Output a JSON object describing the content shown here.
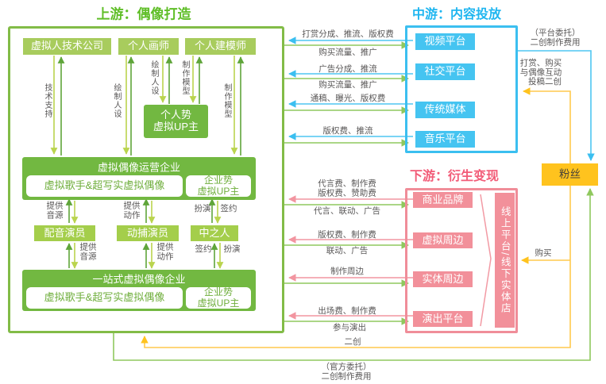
{
  "upstream": {
    "title": "上游：偶像打造",
    "nodes": {
      "tech_company": "虚拟人技术公司",
      "painter": "个人画师",
      "modeler": "个人建模师",
      "personal_up": "个人势\n虚拟UP主",
      "op_company": "虚拟偶像运营企业",
      "op_singer": "虚拟歌手&超写实虚拟偶像",
      "op_corp_up": "企业势\n虚拟UP主",
      "voice_actor": "配音演员",
      "mocap_actor": "动捕演员",
      "nakanohito": "中之人",
      "onestop_company": "一站式虚拟偶像企业",
      "onestop_singer": "虚拟歌手&超写实虚拟偶像",
      "onestop_corp_up": "企业势\n虚拟UP主"
    },
    "edge_labels": {
      "tech_support": "技术支持",
      "draw_persona_left": "绘制人设",
      "draw_persona_right": "绘制人设",
      "make_model_left": "制作模型",
      "make_model_right": "制作模型",
      "provide_voice_top": "提供\n音源",
      "provide_motion_top": "提供\n动作",
      "play_top": "扮演",
      "sign_top": "签约",
      "provide_voice_bottom": "提供\n音源",
      "provide_motion_bottom": "提供\n动作",
      "sign_bottom": "签约",
      "play_bottom": "扮演"
    }
  },
  "midstream": {
    "title": "中游：内容投放",
    "platforms": [
      "视频平台",
      "社交平台",
      "传统媒体",
      "音乐平台"
    ],
    "flow_labels": {
      "video_in": "打赏分成、推流、版权费",
      "video_out": "购买流量、推广",
      "social_in": "广告分成、推流",
      "social_out": "购买流量、推广",
      "media_in": "通稿、曝光、版权费",
      "music_in": "版权费、推流"
    }
  },
  "downstream": {
    "title": "下游：衍生变现",
    "channels": [
      "商业品牌",
      "虚拟周边",
      "实体周边",
      "演出平台"
    ],
    "store": "线上平台/线下实体店",
    "flow_labels": {
      "brand_in": "代言费、制作费\n版权费、赞助费",
      "brand_out": "代言、联动、广告",
      "virtual_in": "版权费、制作费",
      "virtual_out": "联动、广告",
      "physical_in": "制作周边",
      "show_in": "出场费、制作费",
      "show_out": "参与演出"
    }
  },
  "fans": {
    "label": "粉丝",
    "platform_commission": "（平台委托）\n二创制作费用",
    "fan_support": "打赏、购买\n与偶像互动",
    "fan_submit": "投稿二创",
    "purchase": "购买",
    "second_creation": "二创",
    "official_commission": "（官方委托）\n二创制作费用"
  },
  "colors": {
    "green_title": "#5FBE27",
    "green_border": "#82BC47",
    "green_dark": "#72B841",
    "green_light_box": "#A8CC5D",
    "arrow_up": "#5FA53A",
    "arrow_down": "#BAD44E",
    "flow_green": "#8FC85E",
    "cyan": "#3BBFF0",
    "cyan_title": "#1FB6F0",
    "pink": "#F2909A",
    "pink_title": "#F25C78",
    "yellow": "#FFC31E",
    "label_gray": "#595757"
  }
}
